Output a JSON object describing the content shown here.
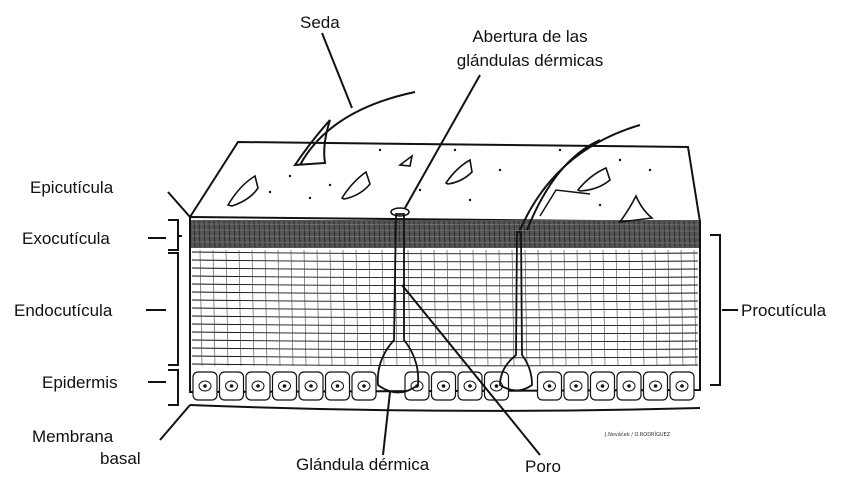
{
  "labels": {
    "seda": "Seda",
    "abertura_line1": "Abertura de las",
    "abertura_line2": "glándulas dérmicas",
    "epicuticula": "Epicutícula",
    "exocuticula": "Exocutícula",
    "endocuticula": "Endocutícula",
    "procuticula": "Procutícula",
    "epidermis": "Epidermis",
    "membrana_line1": "Membrana",
    "membrana_line2": "basal",
    "glandula": "Glándula dérmica",
    "poro": "Poro"
  },
  "credit": "J.Nováček / O.RODRÍGUEZ",
  "colors": {
    "ink": "#111111",
    "paper": "#ffffff",
    "band": "#555555"
  }
}
